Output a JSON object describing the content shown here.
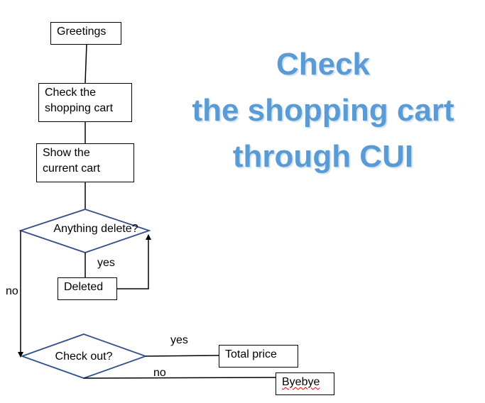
{
  "diagram": {
    "title_lines": [
      "Check",
      "the shopping cart",
      "through CUI"
    ],
    "nodes": {
      "greetings": "Greetings",
      "check_cart": "Check the\nshopping cart",
      "show_cart": "Show the\ncurrent cart",
      "anything_delete": "Anything delete?",
      "deleted": "Deleted",
      "check_out": "Check out?",
      "total_price": "Total price",
      "byebye": "Byebye"
    },
    "edge_labels": {
      "delete_yes": "yes",
      "delete_no": "no",
      "checkout_yes": "yes",
      "checkout_no": "no"
    },
    "colors": {
      "title": "#5b9bd5",
      "diamond_stroke": "#2f4f8a",
      "line": "#000000"
    }
  }
}
